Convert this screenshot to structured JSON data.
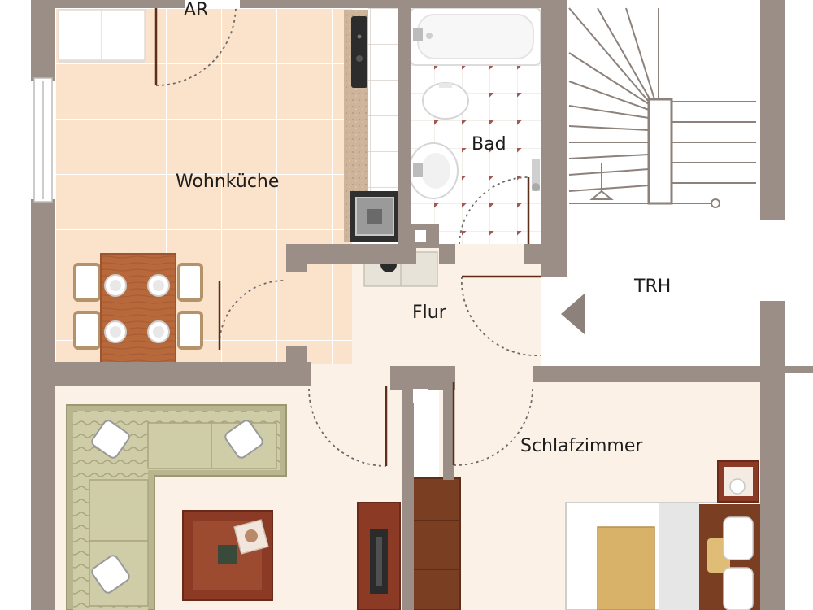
{
  "rooms": {
    "ar": "AR",
    "wohnkueche": "Wohnküche",
    "bad": "Bad",
    "trh": "TRH",
    "flur": "Flur",
    "schlafzimmer": "Schlafzimmer"
  },
  "colors": {
    "wall": "#9b8e86",
    "floor": "#fcf1e6",
    "kitchen_tile": "#fbe3cb",
    "bath_tile": "#ffffff",
    "bath_dot": "#a05a52",
    "wood": "#b8693c",
    "sofa": "#cfcca8",
    "stair_line": "#8c817b"
  }
}
